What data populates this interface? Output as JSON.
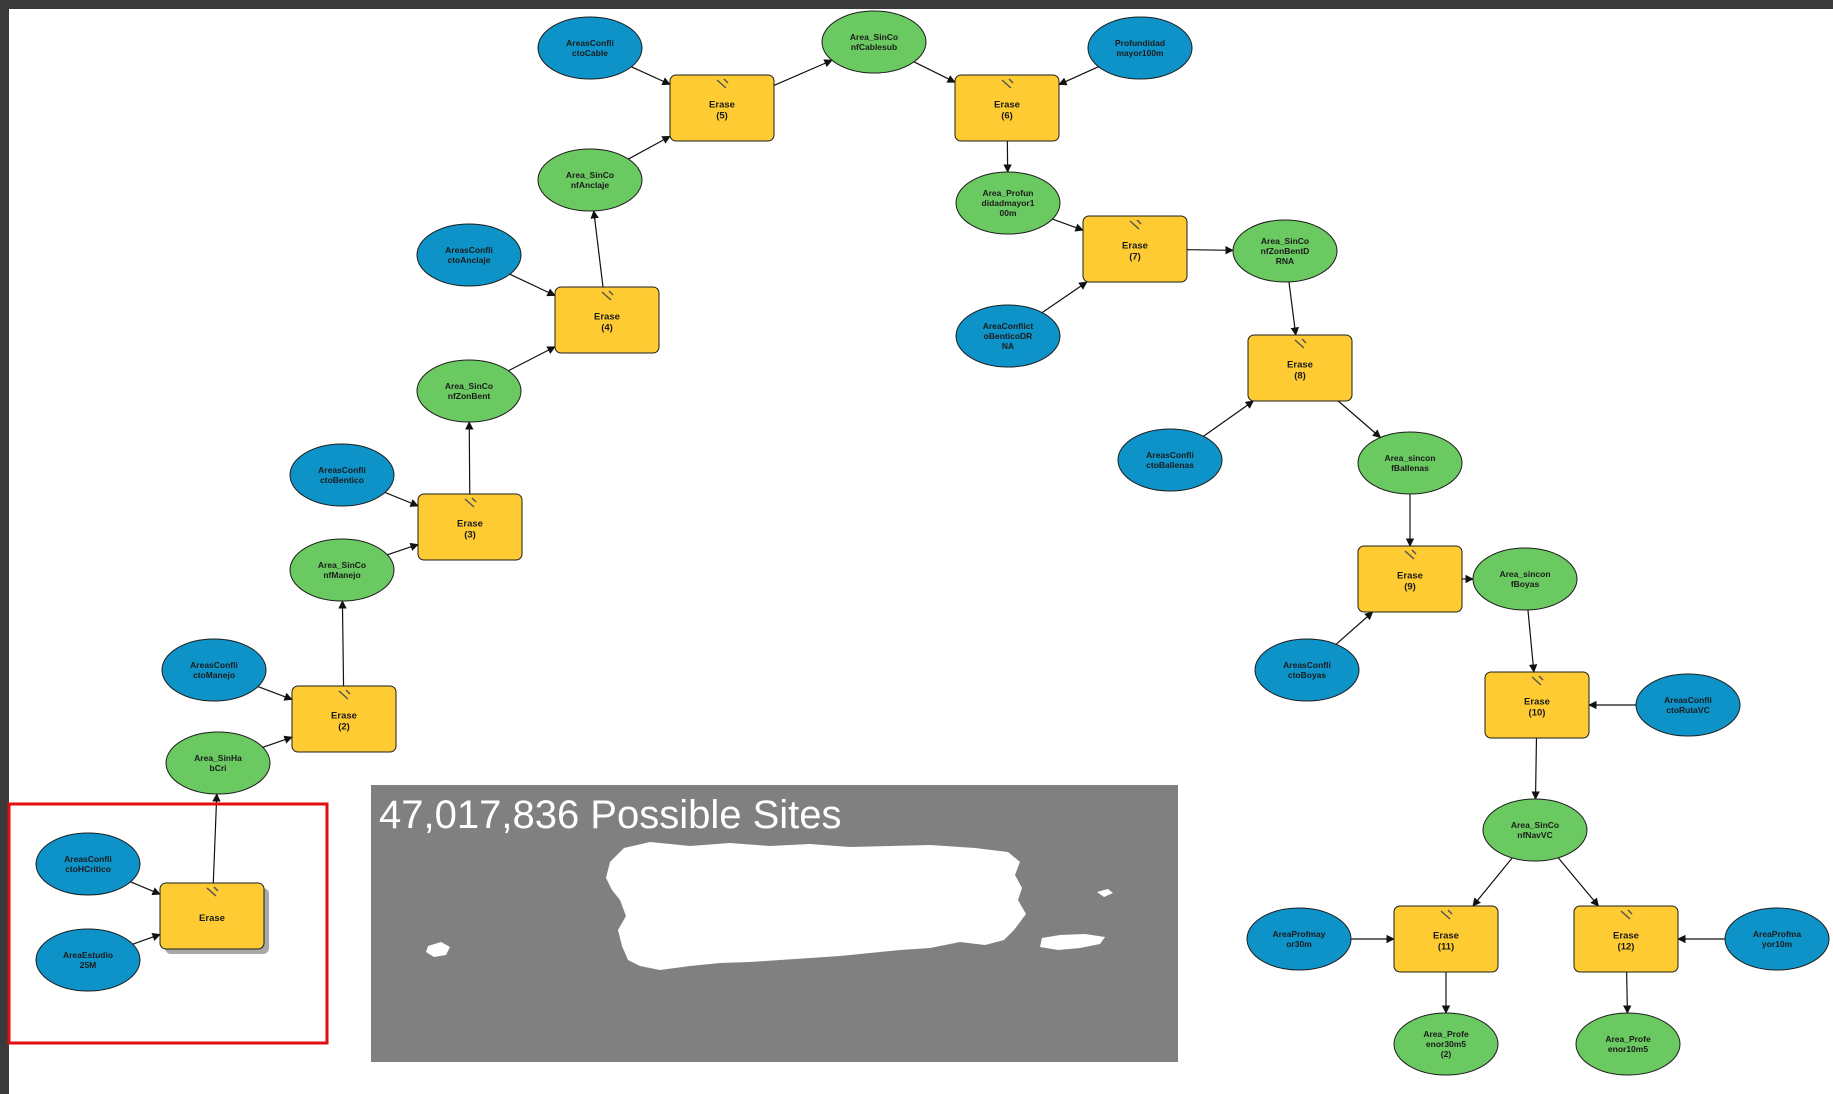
{
  "colors": {
    "background": "#ffffff",
    "frame": "#3a3a3a",
    "input_node": "#0e93c9",
    "derived_node": "#6ac961",
    "tool_node": "#fecb32",
    "highlight_box": "#e20d0d",
    "inset_background": "#808080"
  },
  "diagram": {
    "inputs": [
      {
        "id": "i_hcrit",
        "label": "AreasConfli ctoHCritico"
      },
      {
        "id": "i_estudio",
        "label": "AreaEstudio 25M"
      },
      {
        "id": "i_manejo",
        "label": "AreasConfli ctoManejo"
      },
      {
        "id": "i_benticos",
        "label": "AreasConfli ctoBentico"
      },
      {
        "id": "i_anclaje",
        "label": "AreasConfli ctoAnclaje"
      },
      {
        "id": "i_cable",
        "label": "AreasConfli ctoCable"
      },
      {
        "id": "i_prof100",
        "label": "Profundidad mayor100m"
      },
      {
        "id": "i_drna",
        "label": "AreaConflict oBenticoDR NA"
      },
      {
        "id": "i_ballenas",
        "label": "AreasConfli ctoBallenas"
      },
      {
        "id": "i_boyas",
        "label": "AreasConfli ctoBoyas"
      },
      {
        "id": "i_rutavc",
        "label": "AreasConfli ctoRutaVC"
      },
      {
        "id": "i_prof30",
        "label": "AreaProfmay or30m"
      },
      {
        "id": "i_prof10",
        "label": "AreaProfma yor10m"
      }
    ],
    "derived": [
      {
        "id": "d_sinhab",
        "label": "Area_SinHa bCri"
      },
      {
        "id": "d_sinmanejo",
        "label": "Area_SinCo nfManejo"
      },
      {
        "id": "d_sinzonbent",
        "label": "Area_SinCo nfZonBent"
      },
      {
        "id": "d_sinanclaje",
        "label": "Area_SinCo nfAnclaje"
      },
      {
        "id": "d_sincable",
        "label": "Area_SinCo nfCablesub"
      },
      {
        "id": "d_profmayor",
        "label": "Area_Profun didadmayor1 00m"
      },
      {
        "id": "d_zonbentdrna",
        "label": "Area_SinCo nfZonBentD RNA"
      },
      {
        "id": "d_ballenas",
        "label": "Area_sincon fBallenas"
      },
      {
        "id": "d_boyas",
        "label": "Area_sincon fBoyas"
      },
      {
        "id": "d_navvc",
        "label": "Area_SinCo nfNavVC"
      },
      {
        "id": "d_menor30",
        "label": "Area_Profe enor30m5 (2)"
      },
      {
        "id": "d_menor10",
        "label": "Area_Profe enor10m5"
      }
    ],
    "tools": [
      {
        "id": "t_erase",
        "label": "Erase"
      },
      {
        "id": "t_erase2",
        "label": "Erase (2)"
      },
      {
        "id": "t_erase3",
        "label": "Erase (3)"
      },
      {
        "id": "t_erase4",
        "label": "Erase (4)"
      },
      {
        "id": "t_erase5",
        "label": "Erase (5)"
      },
      {
        "id": "t_erase6",
        "label": "Erase (6)"
      },
      {
        "id": "t_erase7",
        "label": "Erase (7)"
      },
      {
        "id": "t_erase8",
        "label": "Erase (8)"
      },
      {
        "id": "t_erase9",
        "label": "Erase (9)"
      },
      {
        "id": "t_erase10",
        "label": "Erase (10)"
      },
      {
        "id": "t_erase11",
        "label": "Erase (11)"
      },
      {
        "id": "t_erase12",
        "label": "Erase (12)"
      }
    ],
    "edges": [
      [
        "i_hcrit",
        "t_erase"
      ],
      [
        "i_estudio",
        "t_erase"
      ],
      [
        "t_erase",
        "d_sinhab"
      ],
      [
        "d_sinhab",
        "t_erase2"
      ],
      [
        "i_manejo",
        "t_erase2"
      ],
      [
        "t_erase2",
        "d_sinmanejo"
      ],
      [
        "d_sinmanejo",
        "t_erase3"
      ],
      [
        "i_benticos",
        "t_erase3"
      ],
      [
        "t_erase3",
        "d_sinzonbent"
      ],
      [
        "d_sinzonbent",
        "t_erase4"
      ],
      [
        "i_anclaje",
        "t_erase4"
      ],
      [
        "t_erase4",
        "d_sinanclaje"
      ],
      [
        "d_sinanclaje",
        "t_erase5"
      ],
      [
        "i_cable",
        "t_erase5"
      ],
      [
        "t_erase5",
        "d_sincable"
      ],
      [
        "d_sincable",
        "t_erase6"
      ],
      [
        "i_prof100",
        "t_erase6"
      ],
      [
        "t_erase6",
        "d_profmayor"
      ],
      [
        "d_profmayor",
        "t_erase7"
      ],
      [
        "i_drna",
        "t_erase7"
      ],
      [
        "t_erase7",
        "d_zonbentdrna"
      ],
      [
        "d_zonbentdrna",
        "t_erase8"
      ],
      [
        "i_ballenas",
        "t_erase8"
      ],
      [
        "t_erase8",
        "d_ballenas"
      ],
      [
        "d_ballenas",
        "t_erase9"
      ],
      [
        "i_boyas",
        "t_erase9"
      ],
      [
        "t_erase9",
        "d_boyas"
      ],
      [
        "d_boyas",
        "t_erase10"
      ],
      [
        "i_rutavc",
        "t_erase10"
      ],
      [
        "t_erase10",
        "d_navvc"
      ],
      [
        "d_navvc",
        "t_erase11"
      ],
      [
        "i_prof30",
        "t_erase11"
      ],
      [
        "t_erase11",
        "d_menor30"
      ],
      [
        "d_navvc",
        "t_erase12"
      ],
      [
        "i_prof10",
        "t_erase12"
      ],
      [
        "t_erase12",
        "d_menor10"
      ]
    ],
    "highlighted_tool": "t_erase"
  },
  "inset": {
    "caption": "47,017,836 Possible Sites"
  }
}
